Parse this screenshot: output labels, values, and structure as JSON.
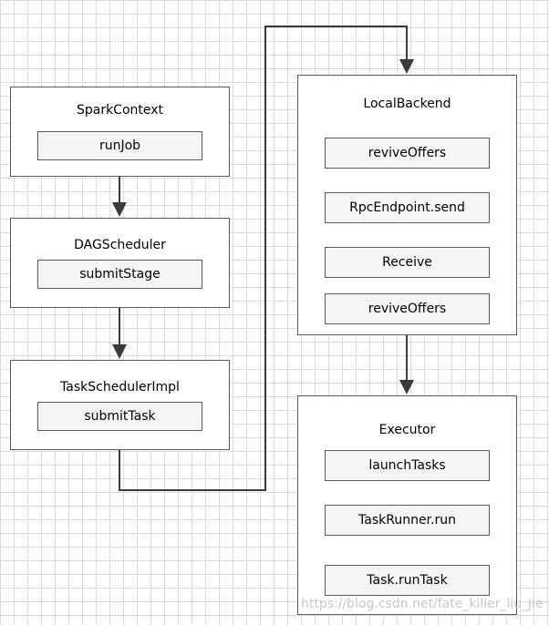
{
  "diagram": {
    "spark_context": {
      "title": "SparkContext",
      "method": "runJob"
    },
    "dag_scheduler": {
      "title": "DAGScheduler",
      "method": "submitStage"
    },
    "task_scheduler_impl": {
      "title": "TaskSchedulerImpl",
      "method": "submitTask"
    },
    "local_backend": {
      "title": "LocalBackend",
      "methods": [
        "reviveOffers",
        "RpcEndpoint.send",
        "Receive",
        "reviveOffers"
      ]
    },
    "executor": {
      "title": "Executor",
      "methods": [
        "launchTasks",
        "TaskRunner.run",
        "Task.runTask"
      ]
    },
    "watermark": "https://blog.csdn.net/fate_killer_liu_jie"
  }
}
